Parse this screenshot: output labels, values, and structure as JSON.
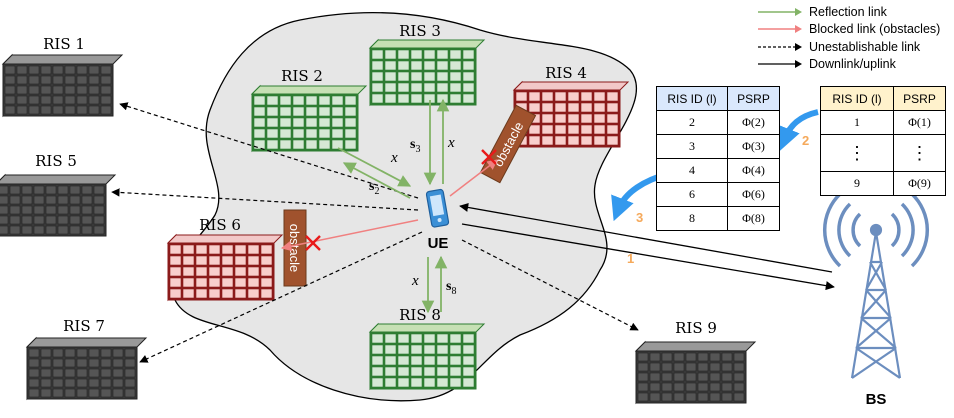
{
  "legend": [
    {
      "label": "Reflection link",
      "color": "#82b366",
      "style": "solid"
    },
    {
      "label": "Blocked link (obstacles)",
      "color": "#f08080",
      "style": "solid"
    },
    {
      "label": "Unestablishable link",
      "color": "#000000",
      "style": "dashed"
    },
    {
      "label": "Downlink/uplink",
      "color": "#000000",
      "style": "solid"
    }
  ],
  "ris": {
    "ris1": "RIS 1",
    "ris2": "RIS 2",
    "ris3": "RIS 3",
    "ris4": "RIS 4",
    "ris5": "RIS 5",
    "ris6": "RIS 6",
    "ris7": "RIS 7",
    "ris8": "RIS 8",
    "ris9": "RIS 9"
  },
  "ris_colors": {
    "gray": "#555555",
    "green": "#d5e8d4",
    "red": "#f8cecc"
  },
  "labels": {
    "ue": "UE",
    "bs": "BS",
    "obstacle": "obstacle",
    "x": "x",
    "s2": "s",
    "s2_sub": "2",
    "s3": "s",
    "s3_sub": "3",
    "s8": "s",
    "s8_sub": "8",
    "step1": "1",
    "step2": "2",
    "step3": "3"
  },
  "step_color": "#f5a95b",
  "table_bs": {
    "header_id": "RIS ID (l)",
    "header_psrp": "PSRP",
    "rows": [
      {
        "id": "1",
        "psrp": "Φ(1)"
      },
      {
        "id": "⋮",
        "psrp": "⋮"
      },
      {
        "id": "9",
        "psrp": "Φ(9)"
      }
    ]
  },
  "table_ue": {
    "header_id": "RIS ID (l)",
    "header_psrp": "PSRP",
    "rows": [
      {
        "id": "2",
        "psrp": "Φ(2)"
      },
      {
        "id": "3",
        "psrp": "Φ(3)"
      },
      {
        "id": "4",
        "psrp": "Φ(4)"
      },
      {
        "id": "6",
        "psrp": "Φ(6)"
      },
      {
        "id": "8",
        "psrp": "Φ(8)"
      }
    ]
  }
}
